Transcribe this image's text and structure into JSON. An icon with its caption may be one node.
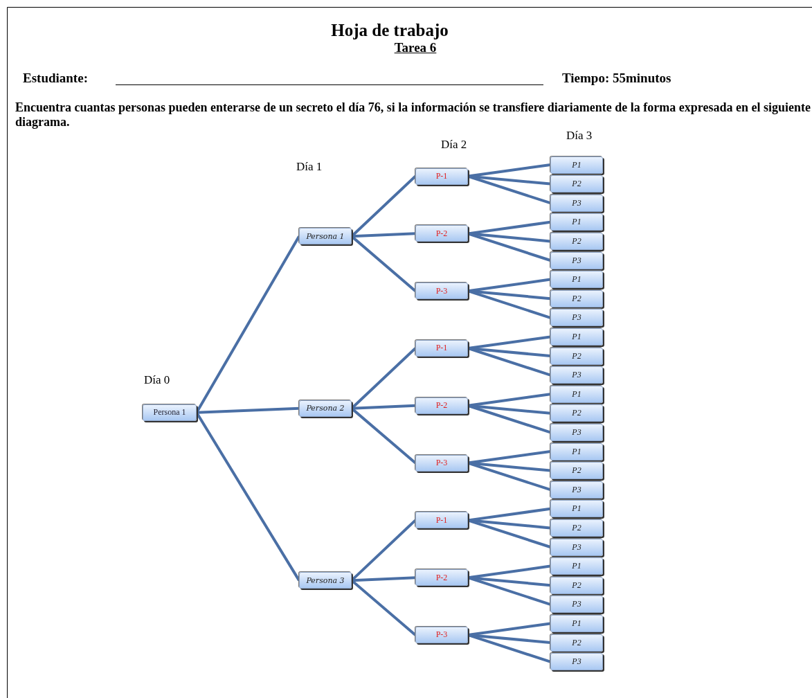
{
  "diagram": {
    "title": "Hoja de trabajo",
    "nodes": [
      {
        "text": [
          "Persona 1"
        ]
      },
      {
        "text": [
          "Persona 1"
        ]
      },
      {
        "text": [
          "P-1"
        ]
      },
      {
        "text": [
          "P1"
        ]
      },
      {
        "text": [
          "P2"
        ]
      },
      {
        "text": [
          "P3"
        ]
      },
      {
        "text": [
          "P-2"
        ]
      },
      {
        "text": [
          "P1"
        ]
      },
      {
        "text": [
          "P2"
        ]
      },
      {
        "text": [
          "P3"
        ]
      },
      {
        "text": [
          "P-3"
        ]
      },
      {
        "text": [
          "P1"
        ]
      },
      {
        "text": [
          "P2"
        ]
      },
      {
        "text": [
          "P3"
        ]
      },
      {
        "text": [
          "Persona 2"
        ]
      },
      {
        "text": [
          "P-1"
        ]
      },
      {
        "text": [
          "P1"
        ]
      },
      {
        "text": [
          "P2"
        ]
      },
      {
        "text": [
          "P3"
        ]
      },
      {
        "text": [
          "P-2"
        ]
      },
      {
        "text": [
          "P1"
        ]
      },
      {
        "text": [
          "P2"
        ]
      },
      {
        "text": [
          "P3"
        ]
      },
      {
        "text": [
          "P-3"
        ]
      },
      {
        "text": [
          "P1"
        ]
      },
      {
        "text": [
          "P2"
        ]
      },
      {
        "text": [
          "P3"
        ]
      },
      {
        "text": [
          "Persona 3"
        ]
      },
      {
        "text": [
          "P-1"
        ]
      },
      {
        "text": [
          "P1"
        ]
      },
      {
        "text": [
          "P2"
        ]
      },
      {
        "text": [
          "P3"
        ]
      },
      {
        "text": [
          "P-2"
        ]
      },
      {
        "text": [
          "P1"
        ]
      },
      {
        "text": [
          "P2"
        ]
      },
      {
        "text": [
          "P3"
        ]
      },
      {
        "text": [
          "P-3"
        ]
      },
      {
        "text": [
          "P1"
        ]
      },
      {
        "text": [
          "P2"
        ]
      },
      {
        "text": [
          "P3"
        ]
      }
    ],
    "edges": [
      {
        "from": 0,
        "to": 1,
        "arrow": "none"
      },
      {
        "from": 0,
        "to": 14,
        "arrow": "none"
      },
      {
        "from": 0,
        "to": 27,
        "arrow": "none"
      },
      {
        "from": 1,
        "to": 2,
        "arrow": "none"
      },
      {
        "from": 1,
        "to": 6,
        "arrow": "none"
      },
      {
        "from": 1,
        "to": 10,
        "arrow": "none"
      },
      {
        "from": 2,
        "to": 3,
        "arrow": "none"
      },
      {
        "from": 2,
        "to": 4,
        "arrow": "none"
      },
      {
        "from": 2,
        "to": 5,
        "arrow": "none"
      },
      {
        "from": 6,
        "to": 7,
        "arrow": "none"
      },
      {
        "from": 6,
        "to": 8,
        "arrow": "none"
      },
      {
        "from": 6,
        "to": 9,
        "arrow": "none"
      },
      {
        "from": 10,
        "to": 11,
        "arrow": "none"
      },
      {
        "from": 10,
        "to": 12,
        "arrow": "none"
      },
      {
        "from": 10,
        "to": 13,
        "arrow": "none"
      },
      {
        "from": 14,
        "to": 15,
        "arrow": "none"
      },
      {
        "from": 14,
        "to": 19,
        "arrow": "none"
      },
      {
        "from": 14,
        "to": 23,
        "arrow": "none"
      },
      {
        "from": 15,
        "to": 16,
        "arrow": "none"
      },
      {
        "from": 15,
        "to": 17,
        "arrow": "none"
      },
      {
        "from": 15,
        "to": 18,
        "arrow": "none"
      },
      {
        "from": 19,
        "to": 20,
        "arrow": "none"
      },
      {
        "from": 19,
        "to": 21,
        "arrow": "none"
      },
      {
        "from": 19,
        "to": 22,
        "arrow": "none"
      },
      {
        "from": 23,
        "to": 24,
        "arrow": "none"
      },
      {
        "from": 23,
        "to": 25,
        "arrow": "none"
      },
      {
        "from": 23,
        "to": 26,
        "arrow": "none"
      },
      {
        "from": 27,
        "to": 28,
        "arrow": "none"
      },
      {
        "from": 27,
        "to": 32,
        "arrow": "none"
      },
      {
        "from": 27,
        "to": 36,
        "arrow": "none"
      },
      {
        "from": 28,
        "to": 29,
        "arrow": "none"
      },
      {
        "from": 28,
        "to": 30,
        "arrow": "none"
      },
      {
        "from": 28,
        "to": 31,
        "arrow": "none"
      },
      {
        "from": 32,
        "to": 33,
        "arrow": "none"
      },
      {
        "from": 32,
        "to": 34,
        "arrow": "none"
      },
      {
        "from": 32,
        "to": 35,
        "arrow": "none"
      },
      {
        "from": 36,
        "to": 37,
        "arrow": "none"
      },
      {
        "from": 36,
        "to": 38,
        "arrow": "none"
      },
      {
        "from": 36,
        "to": 39,
        "arrow": "none"
      }
    ],
    "labels": [
      "Tarea 6",
      "Estudiante:",
      "Tiempo: 55minutos",
      "Encuentra cuantas personas pueden enterarse de un secreto el día 76, si la información se transfiere diariamente de la forma expresada en el siguiente diagrama.",
      "Día 3",
      "Día 2",
      "Día 1",
      "Día 0"
    ]
  }
}
